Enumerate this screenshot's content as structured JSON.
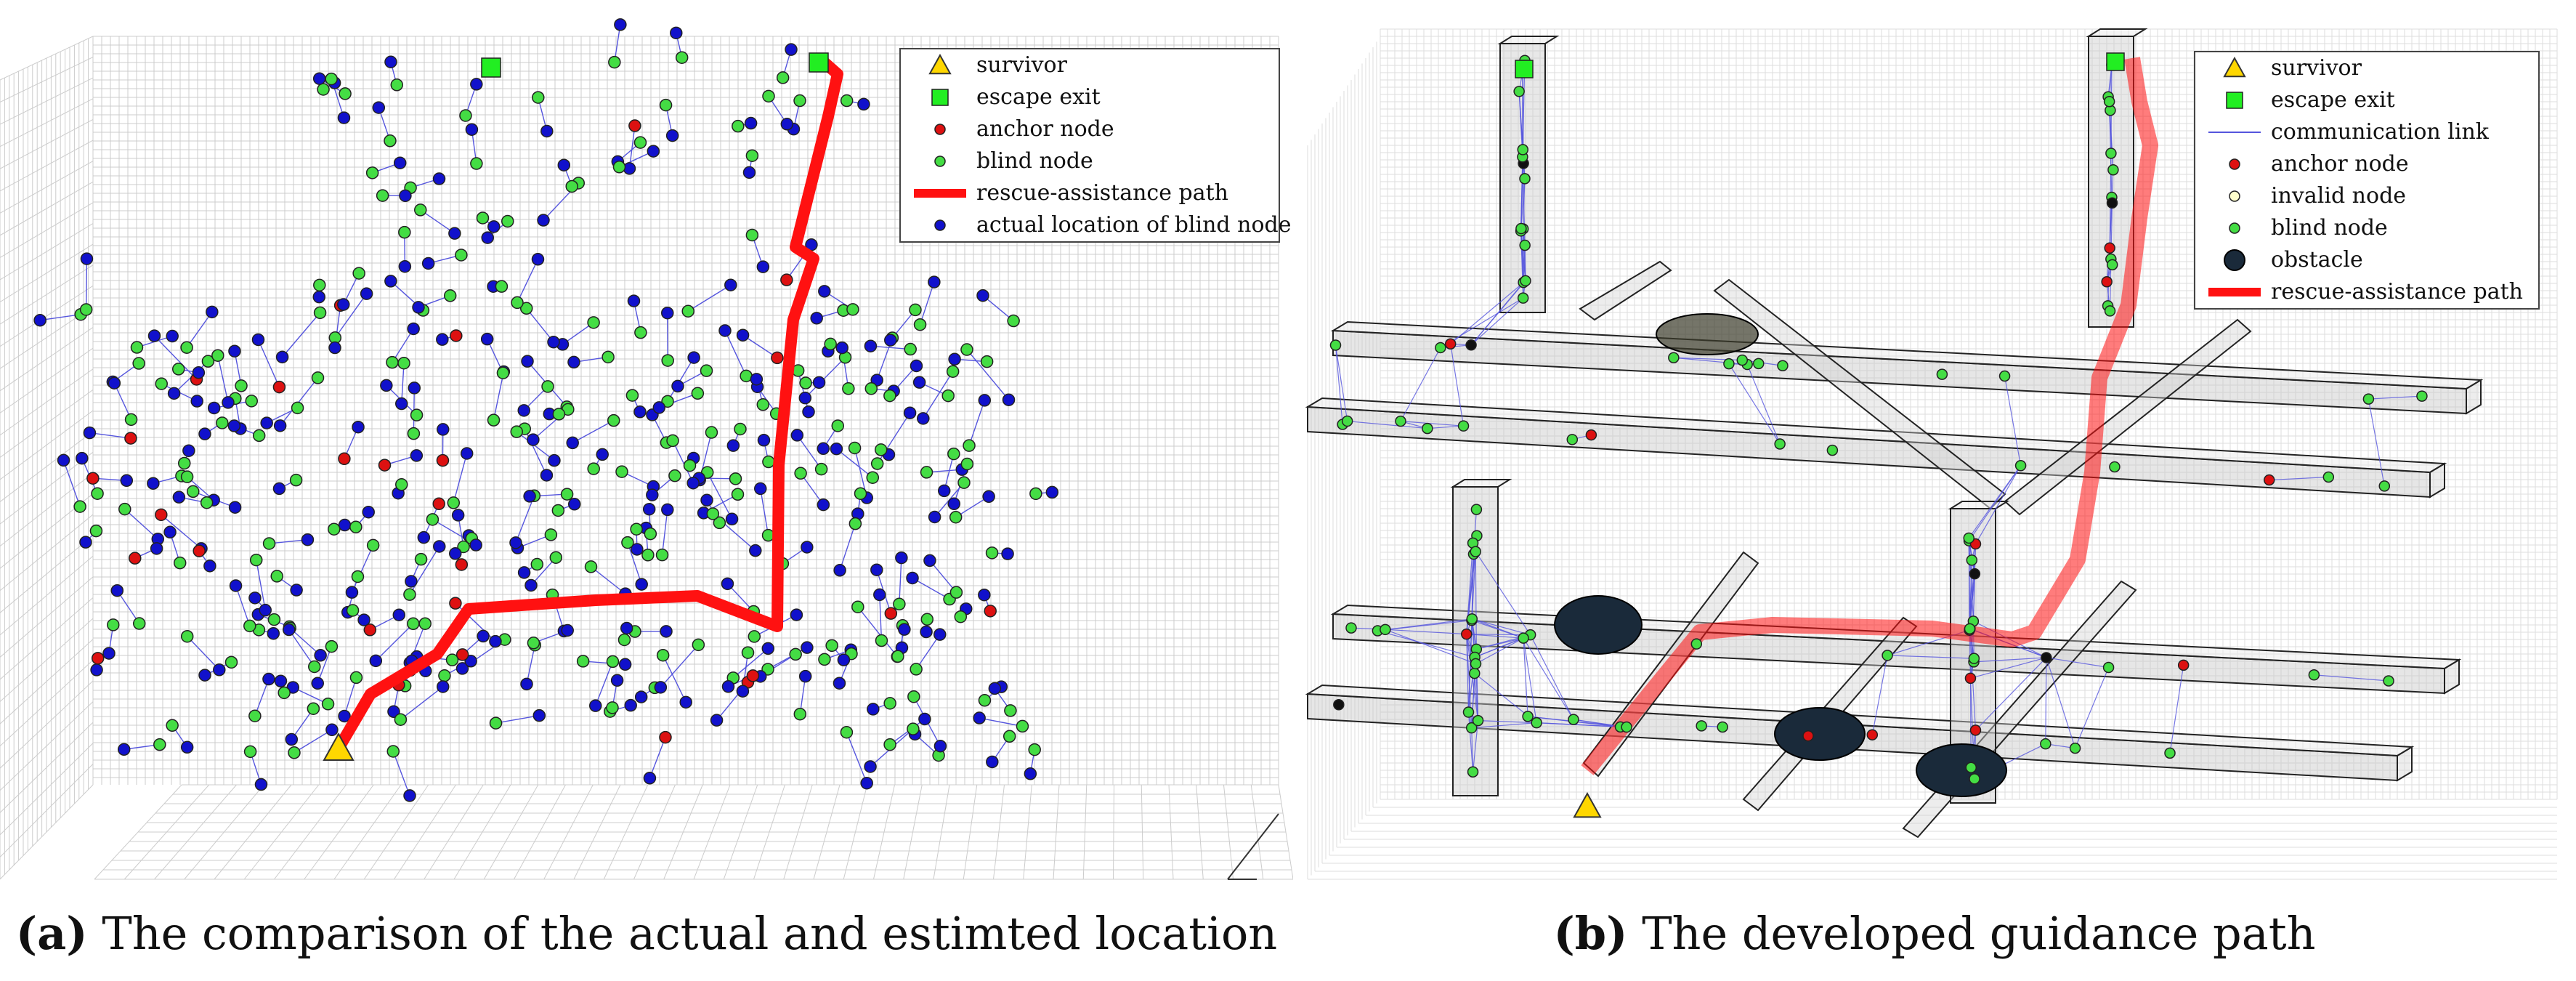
{
  "panels": [
    {
      "id": "a",
      "caption_letter": "(a)",
      "caption_text": "The comparison of the actual and estimted location",
      "legend": [
        {
          "symbol": "survivor",
          "label": "survivor"
        },
        {
          "symbol": "escape-exit",
          "label": "escape exit"
        },
        {
          "symbol": "anchor-node",
          "label": "anchor node"
        },
        {
          "symbol": "blind-node",
          "label": "blind node"
        },
        {
          "symbol": "rescue-path",
          "label": "rescue-assistance path"
        },
        {
          "symbol": "actual-blind",
          "label": "actual location of blind node"
        }
      ]
    },
    {
      "id": "b",
      "caption_letter": "(b)",
      "caption_text": "The developed guidance path",
      "legend": [
        {
          "symbol": "survivor",
          "label": "survivor"
        },
        {
          "symbol": "escape-exit",
          "label": "escape exit"
        },
        {
          "symbol": "comm-link",
          "label": "communication link"
        },
        {
          "symbol": "anchor-node",
          "label": "anchor node"
        },
        {
          "symbol": "invalid-node",
          "label": "invalid node"
        },
        {
          "symbol": "blind-node",
          "label": "blind node"
        },
        {
          "symbol": "obstacle",
          "label": "obstacle"
        },
        {
          "symbol": "rescue-path",
          "label": "rescue-assistance path"
        }
      ]
    }
  ],
  "colors": {
    "survivor": "#ffd700",
    "escape_exit": "#22ee22",
    "anchor_node": "#dd1111",
    "blind_node": "#44dd44",
    "actual_blind": "#1111cc",
    "rescue_path": "#ff1111",
    "comm_link": "#5555dd",
    "obstacle": "#1a2a3a",
    "grid": "#cccccc"
  }
}
